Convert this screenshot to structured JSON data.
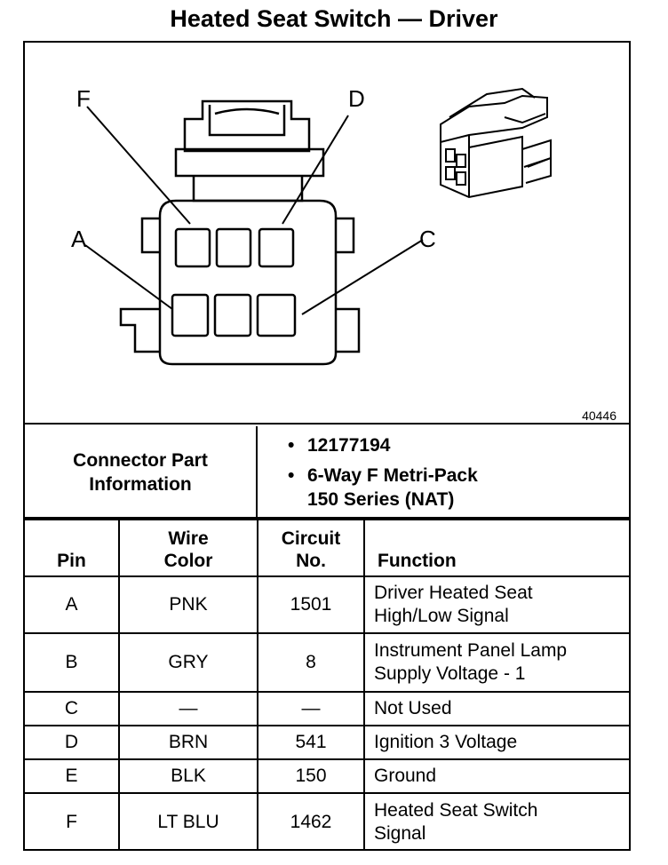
{
  "title": "Heated Seat Switch — Driver",
  "figure": {
    "number": "40446",
    "pin_labels": {
      "F": "F",
      "D": "D",
      "A": "A",
      "C": "C"
    }
  },
  "connector_info": {
    "label_lines": [
      "Connector Part",
      "Information"
    ],
    "bullet": "•",
    "part_number": "12177194",
    "description_lines": [
      "6-Way F Metri-Pack",
      "150 Series (NAT)"
    ]
  },
  "table": {
    "headers": {
      "pin": "Pin",
      "wire_color": [
        "Wire",
        "Color"
      ],
      "circuit": [
        "Circuit",
        "No."
      ],
      "function": "Function"
    },
    "rows": [
      {
        "pin": "A",
        "wire": "PNK",
        "circuit": "1501",
        "function": [
          "Driver Heated Seat",
          "High/Low Signal"
        ]
      },
      {
        "pin": "B",
        "wire": "GRY",
        "circuit": "8",
        "function": [
          "Instrument Panel Lamp",
          "Supply Voltage - 1"
        ]
      },
      {
        "pin": "C",
        "wire": "—",
        "circuit": "—",
        "function": [
          "Not Used"
        ]
      },
      {
        "pin": "D",
        "wire": "BRN",
        "circuit": "541",
        "function": [
          "Ignition 3 Voltage"
        ]
      },
      {
        "pin": "E",
        "wire": "BLK",
        "circuit": "150",
        "function": [
          "Ground"
        ]
      },
      {
        "pin": "F",
        "wire": "LT BLU",
        "circuit": "1462",
        "function": [
          "Heated Seat Switch",
          "Signal"
        ]
      }
    ]
  }
}
